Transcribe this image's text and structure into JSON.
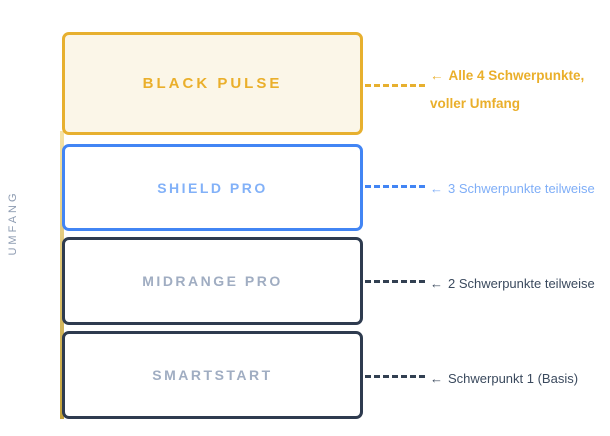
{
  "canvas": {
    "background": "#FFFFFF"
  },
  "axis": {
    "label": "UMFANG",
    "color": "#8E9CB2"
  },
  "spine": {
    "color_top": "#F6E3A6",
    "color_bottom": "#C2A038"
  },
  "tiers": [
    {
      "name": "BLACK PULSE",
      "arrow": "←",
      "annotation_line1": "Alle 4 Schwerpunkte,",
      "annotation_line2": "voller Umfang",
      "border_color": "#E7B02F",
      "fill_color": "#FBF6E8",
      "label_color": "#EAAF2B",
      "connector_color": "#E7B02F",
      "annotation_color": "#EAAF2B"
    },
    {
      "name": "SHIELD PRO",
      "arrow": "←",
      "annotation_line1": "3 Schwerpunkte teilweise",
      "annotation_line2": "",
      "border_color": "#4285F4",
      "fill_color": "#FFFFFF",
      "label_color": "#82B1F8",
      "connector_color": "#4285F4",
      "annotation_color": "#7FAEF7"
    },
    {
      "name": "MIDRANGE PRO",
      "arrow": "←",
      "annotation_line1": "2 Schwerpunkte teilweise",
      "annotation_line2": "",
      "border_color": "#2E3B4F",
      "fill_color": "#FFFFFF",
      "label_color": "#A0ADC2",
      "connector_color": "#324052",
      "annotation_color": "#3B4A5E"
    },
    {
      "name": "SMARTSTART",
      "arrow": "←",
      "annotation_line1": "Schwerpunkt 1 (Basis)",
      "annotation_line2": "",
      "border_color": "#2E3B4F",
      "fill_color": "#FFFFFF",
      "label_color": "#A0ADC2",
      "connector_color": "#324052",
      "annotation_color": "#3B4A5E"
    }
  ]
}
